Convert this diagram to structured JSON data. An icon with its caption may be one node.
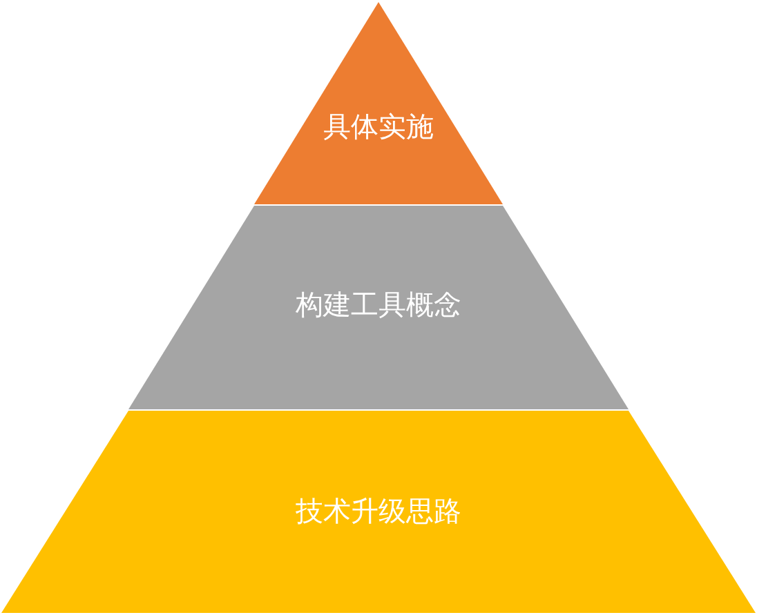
{
  "diagram": {
    "nodes": [
      {
        "text": [
          "具体实施"
        ]
      },
      {
        "text": [
          "构建工具概念"
        ]
      },
      {
        "text": [
          "技术升级思路"
        ]
      }
    ]
  }
}
